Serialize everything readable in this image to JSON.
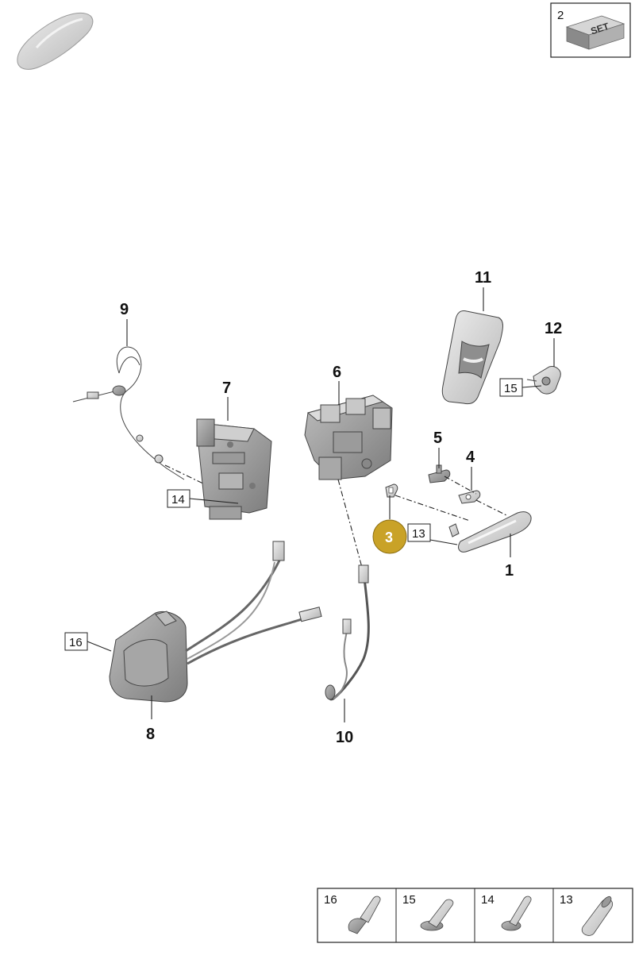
{
  "set_box": {
    "number": "2",
    "label": "SET"
  },
  "callouts": {
    "c1": "1",
    "c3": "3",
    "c4": "4",
    "c5": "5",
    "c6": "6",
    "c7": "7",
    "c8": "8",
    "c9": "9",
    "c10": "10",
    "c11": "11",
    "c12": "12"
  },
  "boxed_callouts": {
    "b13": "13",
    "b14": "14",
    "b15": "15",
    "b16": "16"
  },
  "fastener_legend": [
    {
      "number": "16"
    },
    {
      "number": "15"
    },
    {
      "number": "14"
    },
    {
      "number": "13"
    }
  ],
  "colors": {
    "highlight": "#c9a227",
    "part_fill": "#d9d9d9",
    "part_dark": "#a9a9a9"
  }
}
